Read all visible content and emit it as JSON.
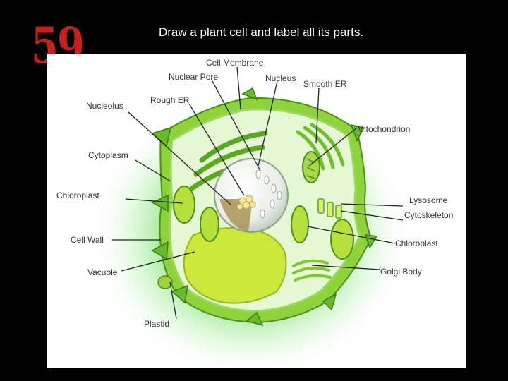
{
  "slide": {
    "number": "59",
    "title": "Draw a plant cell and label all its parts."
  },
  "colors": {
    "slide_background": "#000000",
    "slide_number": "#c81e1e",
    "cell_wall": "#8fd33a",
    "cytoplasm": "#e6f7d4",
    "glow": "#33cc33",
    "vacuole": "#cce83a",
    "organelle_dark": "#5aa81e",
    "label_text": "#333333"
  },
  "diagram": {
    "labels": {
      "cell_membrane": "Cell Membrane",
      "nuclear_pore": "Nuclear Pore",
      "nucleus": "Nucleus",
      "smooth_er": "Smooth ER",
      "nucleolus": "Nucleolus",
      "rough_er": "Rough ER",
      "mitochondrion": "Mitochondrion",
      "cytoplasm": "Cytoplasm",
      "chloroplast_left": "Chloroplast",
      "lysosome": "Lysosome",
      "cytoskeleton": "Cytoskeleton",
      "cell_wall": "Cell Wall",
      "chloroplast_right": "Chloroplast",
      "vacuole": "Vacuole",
      "golgi_body": "Golgi Body",
      "plastid": "Plastid"
    }
  }
}
